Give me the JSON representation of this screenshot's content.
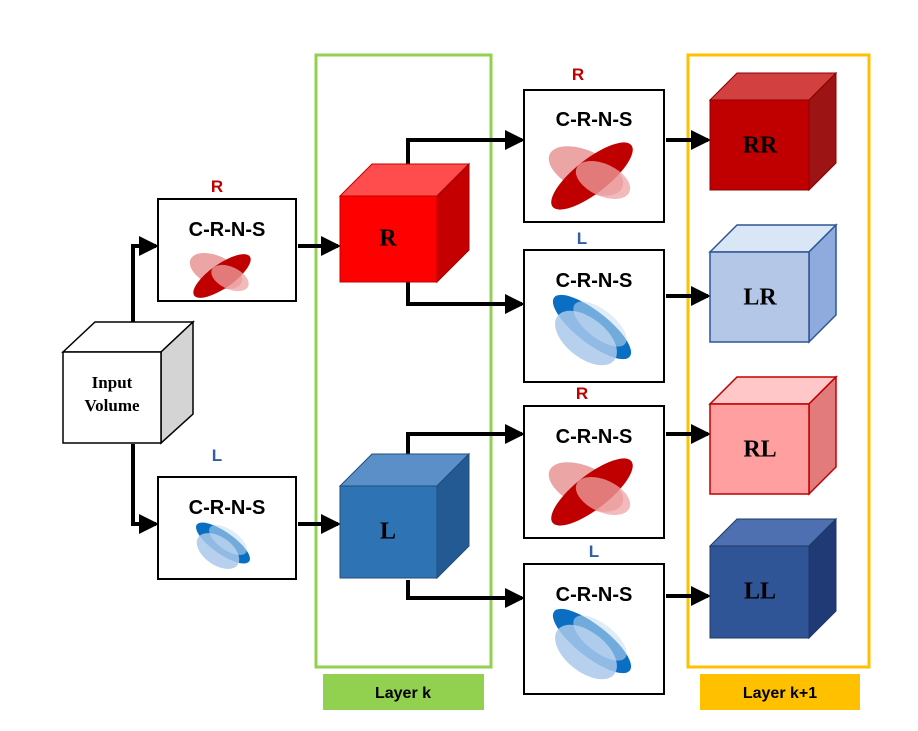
{
  "input_volume": {
    "line1": "Input",
    "line2": "Volume"
  },
  "block_label": "C-R-N-S",
  "branch_labels": {
    "r": "R",
    "l": "L"
  },
  "cubes": {
    "r": "R",
    "l": "L",
    "rr": "RR",
    "lr": "LR",
    "rl": "RL",
    "ll": "LL"
  },
  "layers": {
    "k": "Layer k",
    "k1": "Layer k+1"
  },
  "colors": {
    "red": "#cc0a0a",
    "blue": "#0a6fc2",
    "green": "#92d050",
    "gold": "#ffc000"
  }
}
